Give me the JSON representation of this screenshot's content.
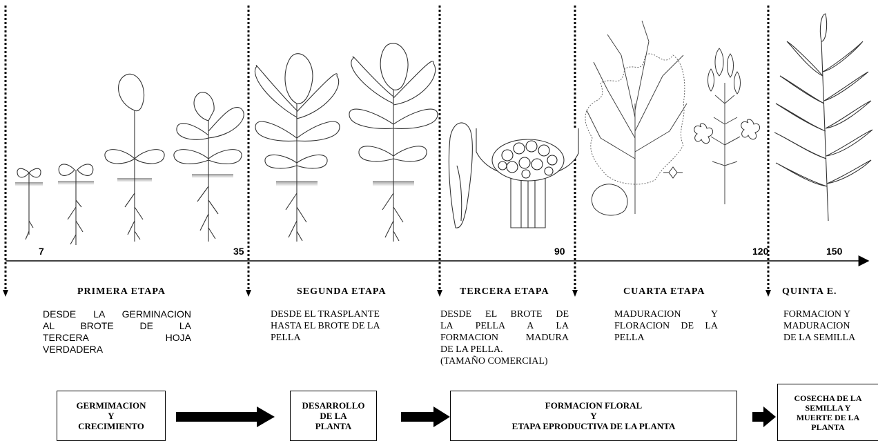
{
  "timeline": {
    "day_markers": [
      "7",
      "35",
      "90",
      "120",
      "150"
    ]
  },
  "stages": [
    {
      "title": "PRIMERA ETAPA",
      "description_lines": [
        "DESDE LA GERMINACION",
        "AL BROTE DE LA",
        "TERCERA HOJA",
        "VERDADERA"
      ]
    },
    {
      "title": "SEGUNDA ETAPA",
      "description_lines": [
        "DESDE EL TRASPLANTE",
        "HASTA EL BROTE DE LA",
        "PELLA"
      ]
    },
    {
      "title": "TERCERA ETAPA",
      "description_lines": [
        "DESDE EL BROTE DE",
        "LA PELLA A LA",
        "FORMACION MADURA",
        "DE LA PELLA.",
        "(TAMAÑO COMERCIAL)"
      ]
    },
    {
      "title": "CUARTA ETAPA",
      "description_lines": [
        "MADURACION Y",
        "FLORACION DE LA",
        "PELLA"
      ]
    },
    {
      "title": "QUINTA E.",
      "description_lines": [
        "FORMACION Y",
        "MADURACION",
        "DE LA SEMILLA"
      ]
    }
  ],
  "phase_boxes": [
    {
      "lines": [
        "GERMIMACION",
        "Y",
        "CRECIMIENTO"
      ]
    },
    {
      "lines": [
        "DESARROLLO",
        "DE LA",
        "PLANTA"
      ]
    },
    {
      "lines": [
        "FORMACION FLORAL",
        "Y",
        "ETAPA EPRODUCTIVA DE LA PLANTA"
      ]
    },
    {
      "lines": [
        "COSECHA DE LA",
        "SEMILLA Y",
        "MUERTE DE LA",
        "PLANTA"
      ]
    }
  ],
  "illustrations": [
    "seedling-icon",
    "young-plant-icon",
    "leafy-plant-icon",
    "curd-head-icon",
    "flowering-stalk-icon",
    "seed-pod-branch-icon"
  ]
}
